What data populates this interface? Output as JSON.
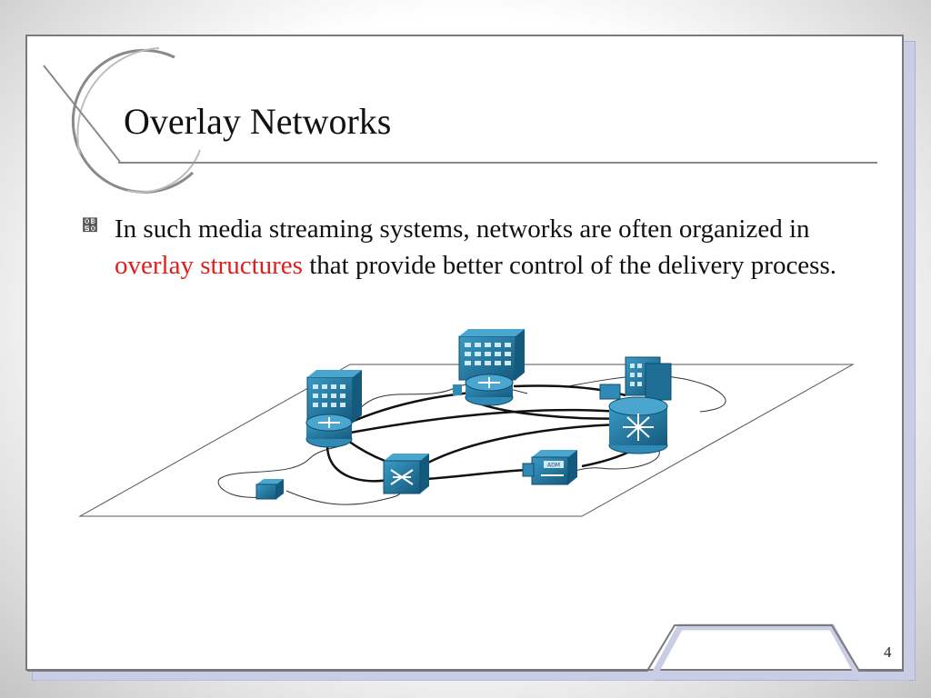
{
  "slide": {
    "title": "Overlay Networks",
    "bullet": {
      "glyph": "୐",
      "text_before": "In such media streaming systems, networks are often organized in",
      "highlight": "overlay structures",
      "text_after": "that provide better control of the delivery process."
    },
    "page_number": "4"
  },
  "diagram": {
    "device_labels": {
      "adm": "ADM"
    },
    "colors": {
      "device": "#1e6e95",
      "device_light": "#2f8ab5",
      "device_dark": "#0f4d6c",
      "highlight": "#e01e1e"
    }
  }
}
